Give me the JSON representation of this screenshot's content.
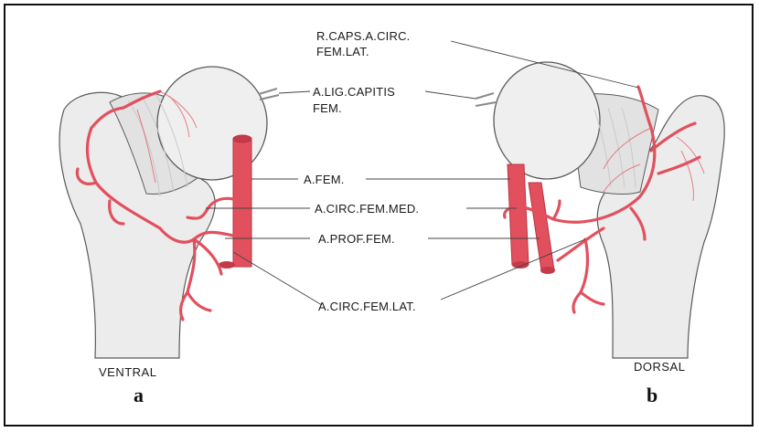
{
  "labels": {
    "r_caps_line1": "R.CAPS.A.CIRC.",
    "r_caps_line2": "FEM.LAT.",
    "a_lig_line1": "A.LIG.CAPITIS",
    "a_lig_line2": "FEM.",
    "a_fem": "A.FEM.",
    "a_circ_fem_med": "A.CIRC.FEM.MED.",
    "a_prof_fem": "A.PROF.FEM.",
    "a_circ_fem_lat": "A.CIRC.FEM.LAT."
  },
  "views": {
    "left_view": "VENTRAL",
    "left_panel": "a",
    "right_view": "DORSAL",
    "right_panel": "b"
  },
  "colors": {
    "artery": "#e2505e",
    "artery_dark": "#b83340",
    "bone": "#ececec",
    "bone_shadow": "#c9c9c9",
    "outline": "#5a5a5a",
    "leader": "#444444"
  }
}
